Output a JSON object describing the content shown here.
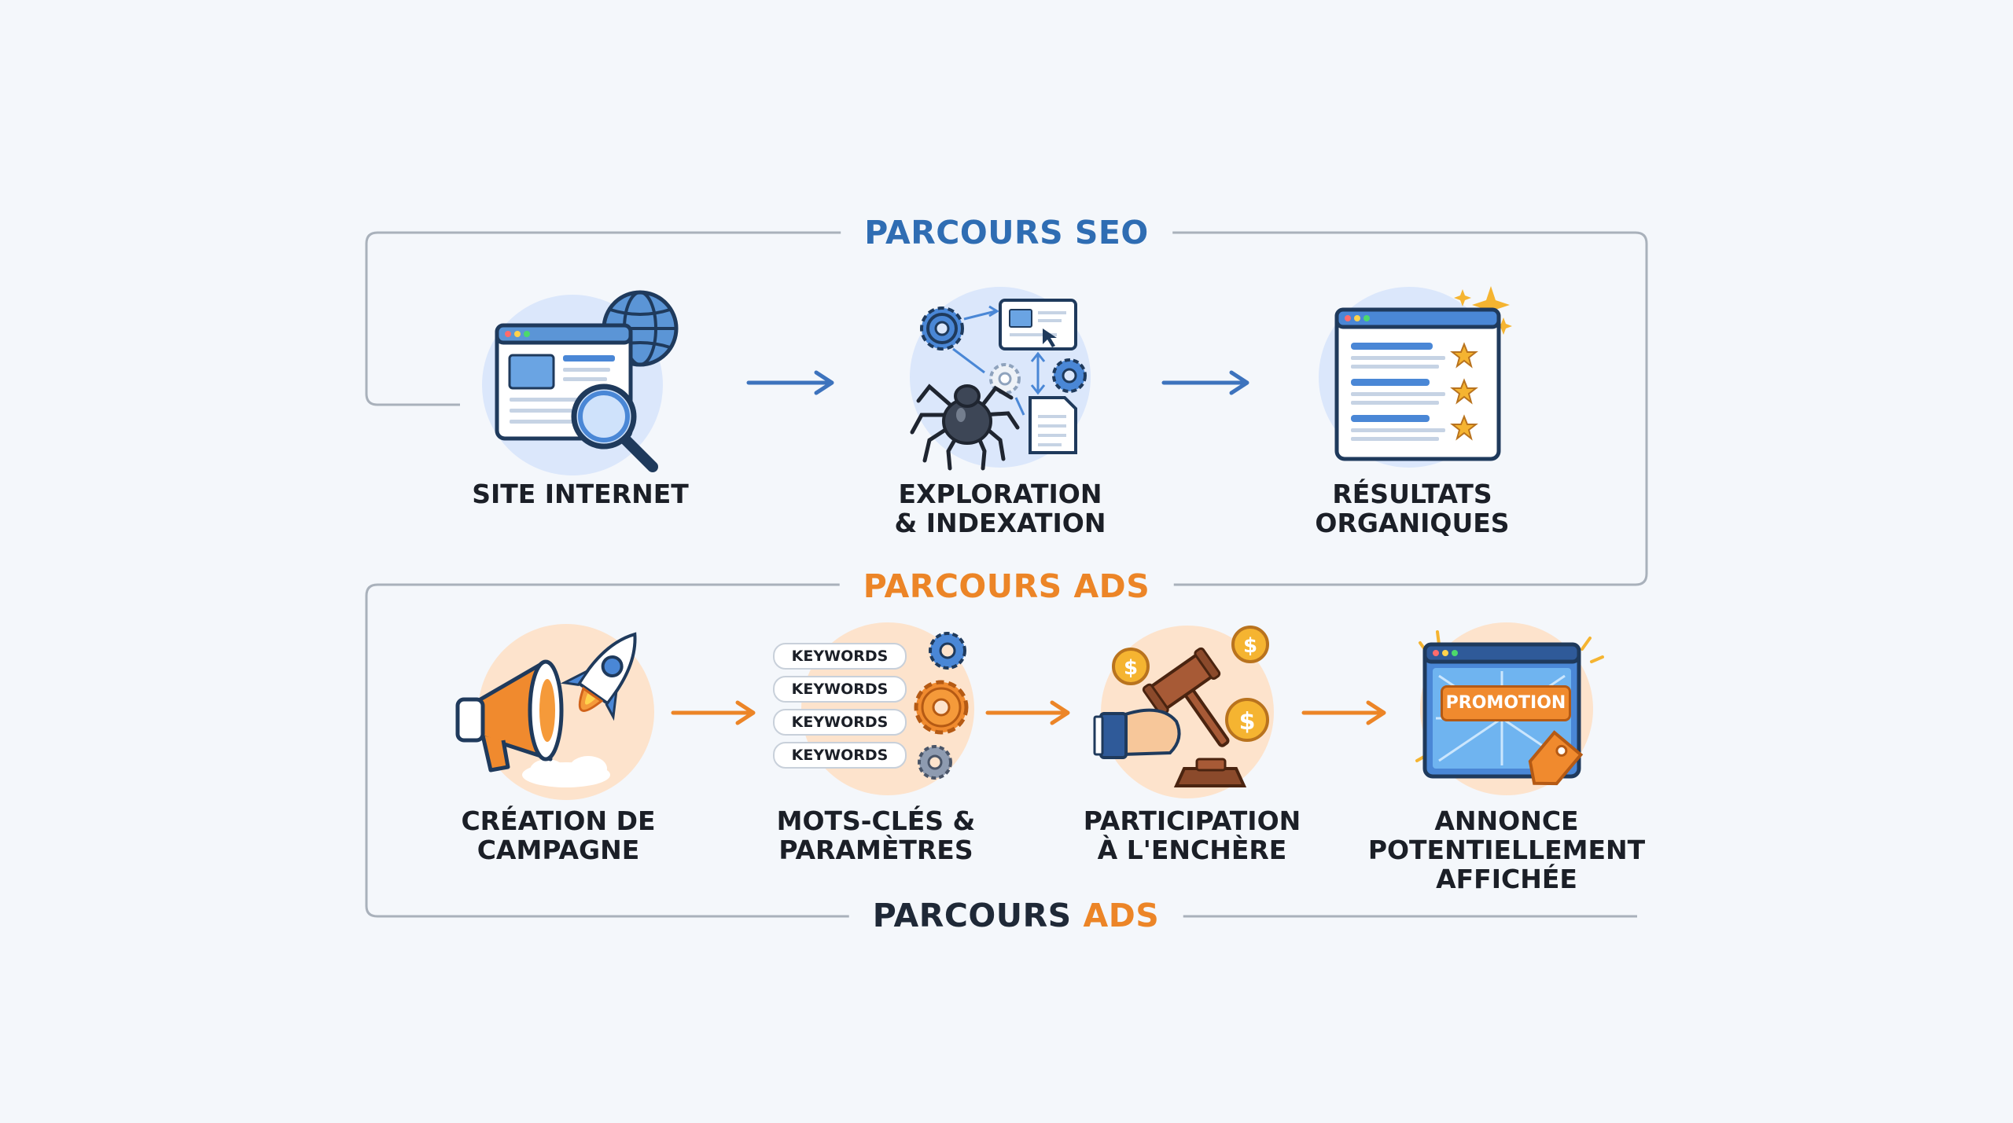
{
  "seo": {
    "title": "PARCOURS SEO",
    "steps": [
      {
        "label": "SITE INTERNET",
        "icon": "website-search-icon"
      },
      {
        "label": "EXPLORATION\n& INDEXATION",
        "icon": "spider-crawl-icon"
      },
      {
        "label": "RÉSULTATS\nORGANIQUES",
        "icon": "ranked-results-icon"
      }
    ]
  },
  "ads": {
    "title": "PARCOURS ADS",
    "steps": [
      {
        "label": "CRÉATION DE\nCAMPAGNE",
        "icon": "megaphone-rocket-icon"
      },
      {
        "label": "MOTS-CLÉS &\nPARAMÈTRES",
        "icon": "keywords-gears-icon",
        "tags": [
          "KEYWORDS",
          "KEYWORDS",
          "KEYWORDS",
          "KEYWORDS"
        ]
      },
      {
        "label": "PARTICIPATION\nÀ L'ENCHÈRE",
        "icon": "auction-gavel-icon"
      },
      {
        "label": "ANNONCE\nPOTENTIELLEMENT\nAFFICHÉE",
        "icon": "promotion-screen-icon",
        "badge": "PROMOTION"
      }
    ]
  },
  "footer": {
    "title_part1": "PARCOURS",
    "title_part2": "ADS"
  },
  "colors": {
    "seo_blue": "#2f6db3",
    "ads_orange": "#ec8527",
    "text_dark": "#1b1f27",
    "frame_gray": "#a9b1bb",
    "background": "#f4f7fb"
  }
}
